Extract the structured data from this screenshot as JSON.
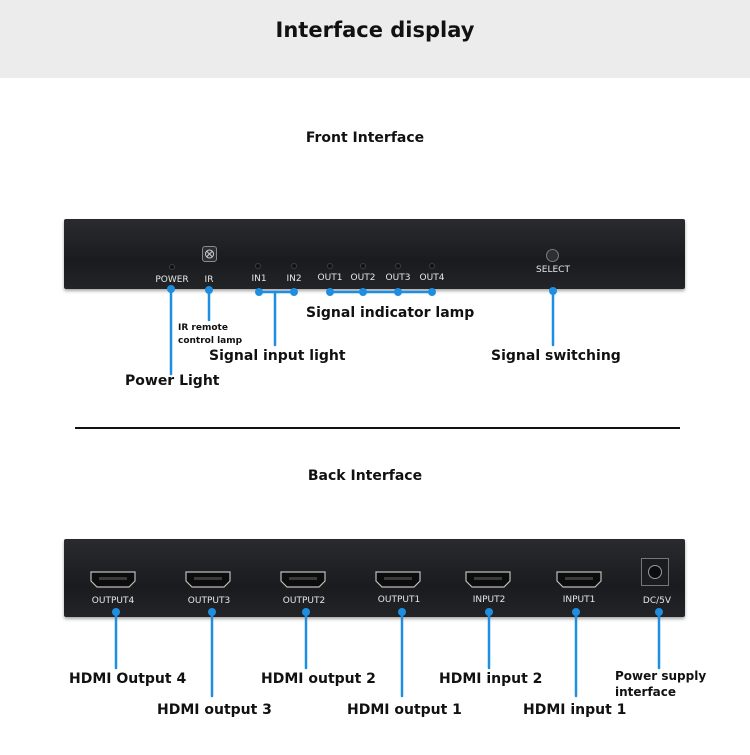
{
  "page_title": "Interface display",
  "front": {
    "title": "Front Interface",
    "panel_labels": {
      "power": "POWER",
      "ir": "IR",
      "in1": "IN1",
      "in2": "IN2",
      "out1": "OUT1",
      "out2": "OUT2",
      "out3": "OUT3",
      "out4": "OUT4",
      "select": "SELECT"
    },
    "callouts": {
      "ir_remote": "IR remote",
      "control_lamp": "control lamp",
      "signal_indicator": "Signal indicator lamp",
      "signal_input": "Signal input light",
      "signal_switching": "Signal switching",
      "power_light": "Power Light"
    }
  },
  "back": {
    "title": "Back Interface",
    "panel_labels": {
      "output4": "OUTPUT4",
      "output3": "OUTPUT3",
      "output2": "OUTPUT2",
      "output1": "OUTPUT1",
      "input2": "INPUT2",
      "input1": "INPUT1",
      "dc": "DC/5V"
    },
    "callouts": {
      "hdmi_out4": "HDMI Output 4",
      "hdmi_out3": "HDMI output 3",
      "hdmi_out2": "HDMI output 2",
      "hdmi_out1": "HDMI output 1",
      "hdmi_in2": "HDMI input 2",
      "hdmi_in1": "HDMI input 1",
      "power_supply_1": "Power supply",
      "power_supply_2": "interface"
    }
  },
  "colors": {
    "callout_line": "#1e8fe0",
    "device": "#1f2023"
  }
}
